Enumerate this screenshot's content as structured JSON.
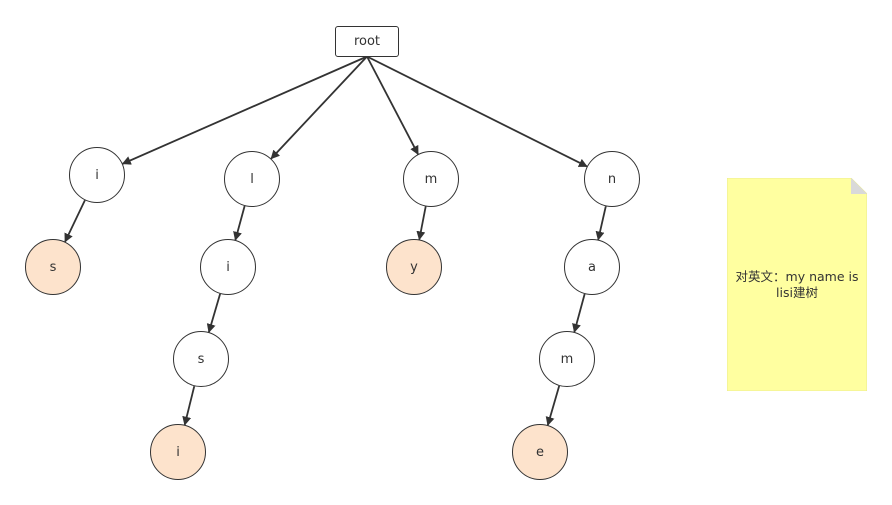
{
  "tree": {
    "nodes": [
      {
        "id": "root",
        "label": "root",
        "shape": "rect"
      },
      {
        "id": "i1",
        "label": "i",
        "shape": "circle"
      },
      {
        "id": "s1",
        "label": "s",
        "shape": "circle",
        "leaf": true
      },
      {
        "id": "l1",
        "label": "l",
        "shape": "circle"
      },
      {
        "id": "i2",
        "label": "i",
        "shape": "circle"
      },
      {
        "id": "s2",
        "label": "s",
        "shape": "circle"
      },
      {
        "id": "i3",
        "label": "i",
        "shape": "circle",
        "leaf": true
      },
      {
        "id": "m1",
        "label": "m",
        "shape": "circle"
      },
      {
        "id": "y1",
        "label": "y",
        "shape": "circle",
        "leaf": true
      },
      {
        "id": "n1",
        "label": "n",
        "shape": "circle"
      },
      {
        "id": "a1",
        "label": "a",
        "shape": "circle"
      },
      {
        "id": "m2",
        "label": "m",
        "shape": "circle"
      },
      {
        "id": "e1",
        "label": "e",
        "shape": "circle",
        "leaf": true
      }
    ],
    "edges": [
      [
        "root",
        "i1"
      ],
      [
        "root",
        "l1"
      ],
      [
        "root",
        "m1"
      ],
      [
        "root",
        "n1"
      ],
      [
        "i1",
        "s1"
      ],
      [
        "l1",
        "i2"
      ],
      [
        "i2",
        "s2"
      ],
      [
        "s2",
        "i3"
      ],
      [
        "m1",
        "y1"
      ],
      [
        "n1",
        "a1"
      ],
      [
        "a1",
        "m2"
      ],
      [
        "m2",
        "e1"
      ]
    ]
  },
  "note": {
    "text": "对英文：my name is lisi建树"
  },
  "colors": {
    "stroke": "#333333",
    "leaf_fill": "#fde3cc",
    "note_fill": "#ffffa0",
    "note_fold": "#d9d9d9"
  }
}
